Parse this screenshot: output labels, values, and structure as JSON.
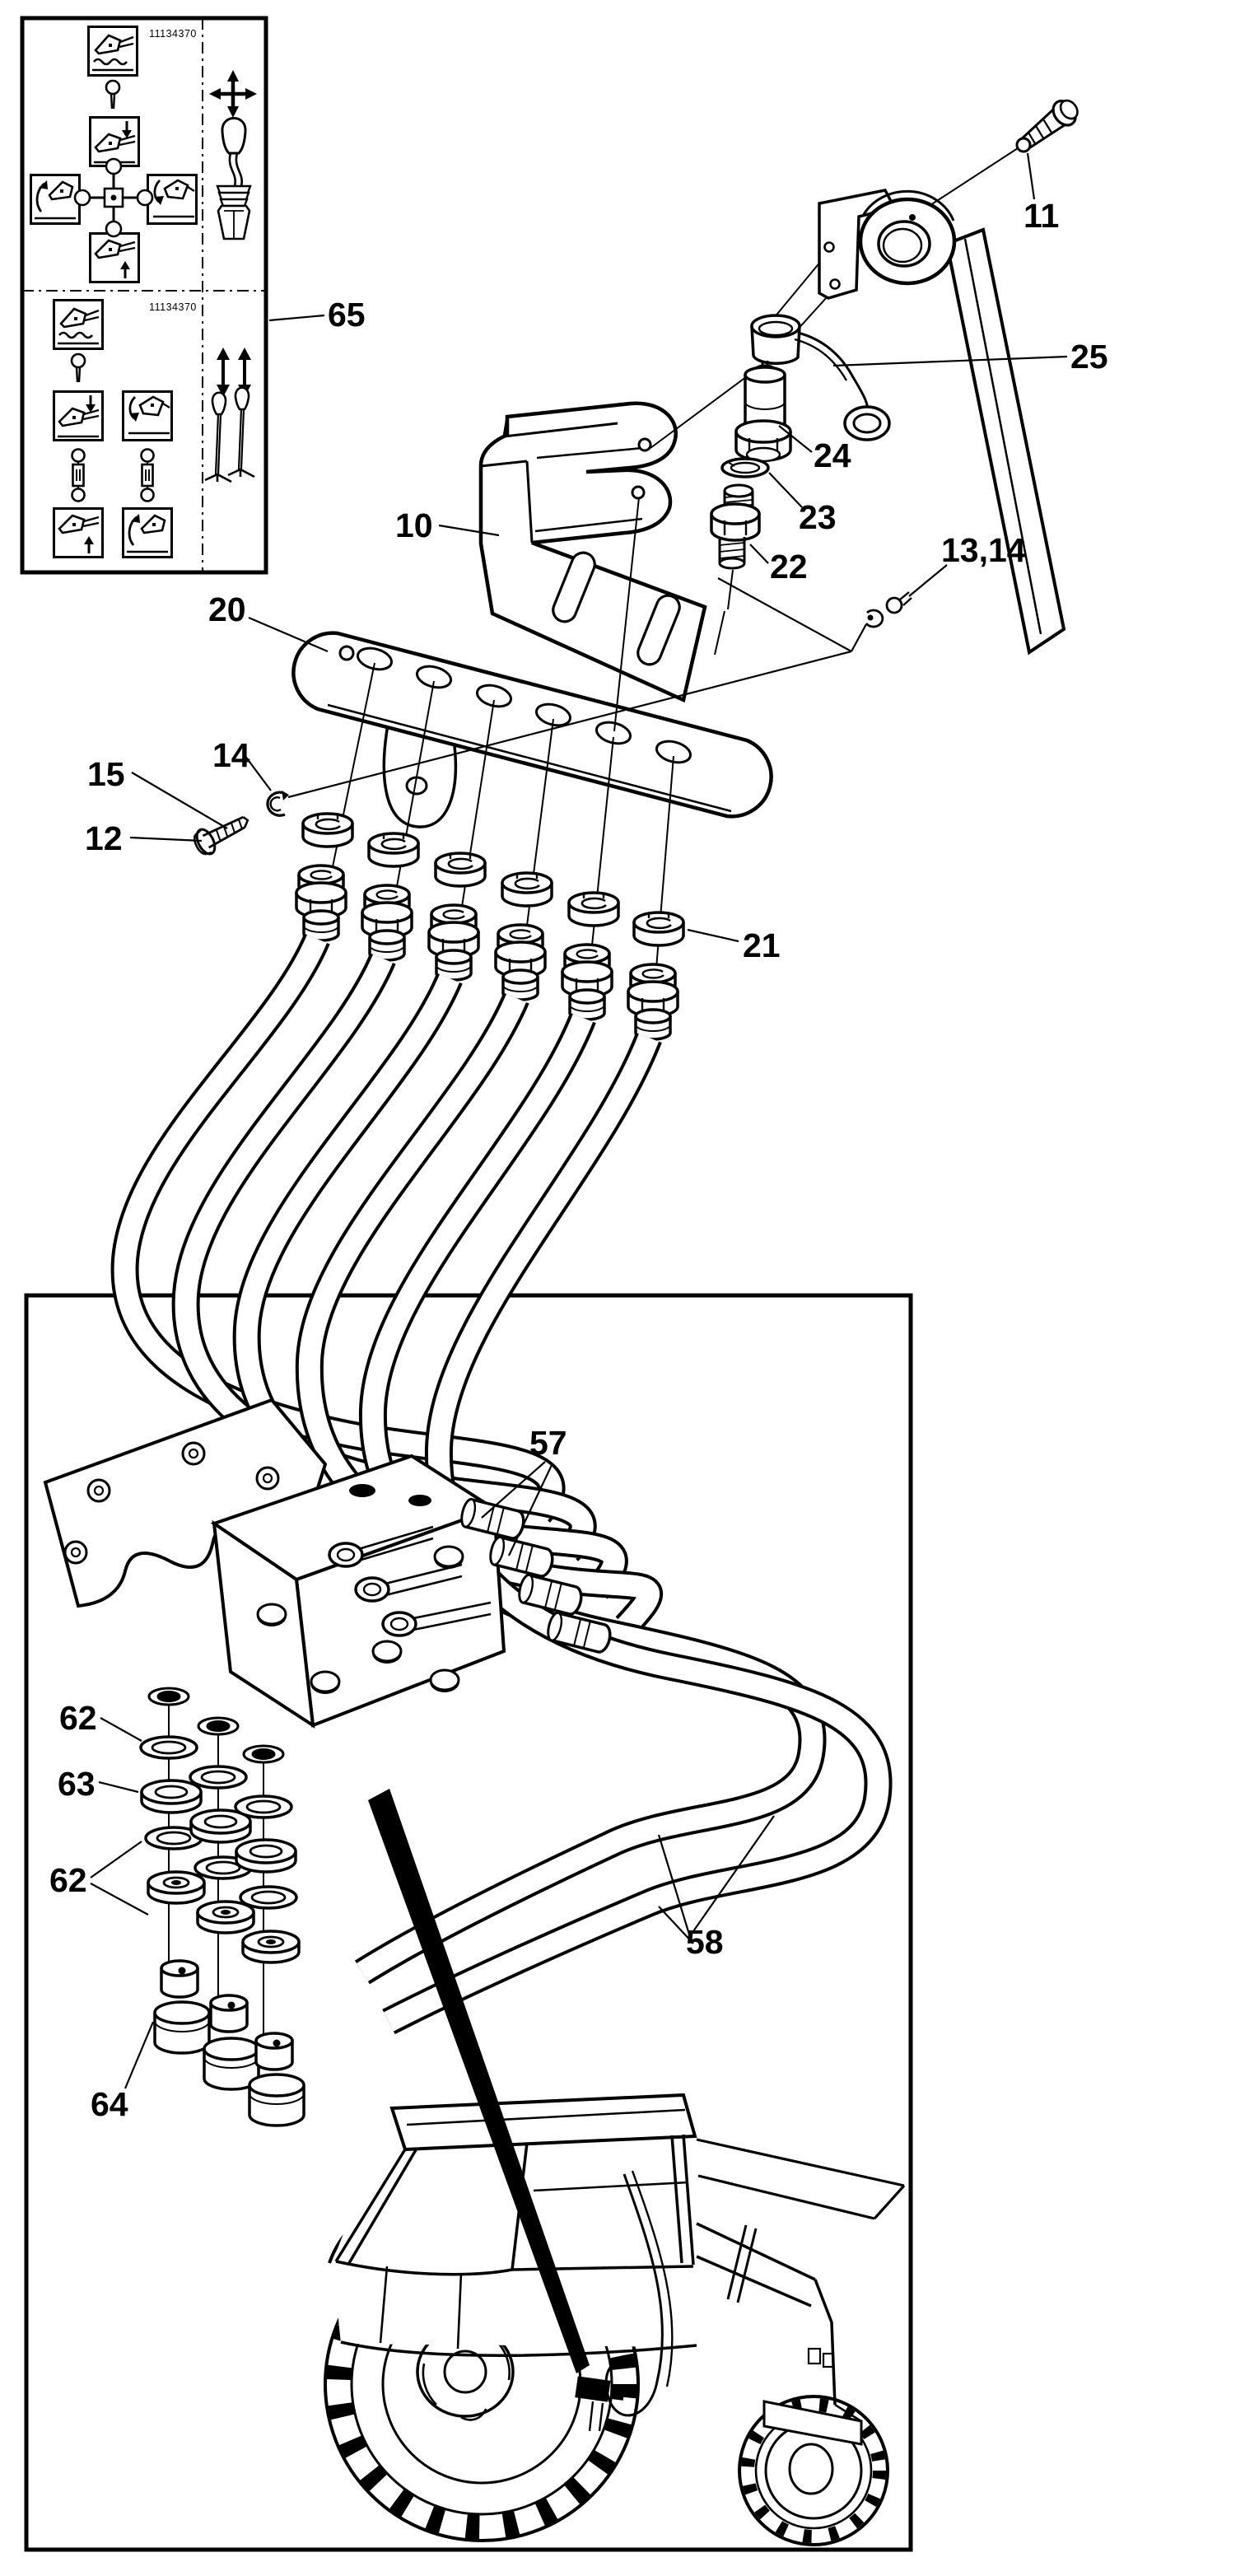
{
  "figure": {
    "kind": "exploded-parts-diagram",
    "paper_color": "#ffffff",
    "ink_color": "#000000",
    "legend": {
      "decal_number_top": "11134370",
      "decal_number_bottom": "11134370",
      "pictogram_icons": [
        "bucket-float-icon",
        "bucket-lower-icon",
        "joystick-cross-icon",
        "bucket-rollback-icon",
        "bucket-dump-icon",
        "bucket-raise-icon",
        "four-way-arrow-icon",
        "joystick-icon",
        "link-icon",
        "chain-link-icon",
        "double-arrow-icon",
        "lever-icon"
      ]
    },
    "callouts": {
      "c65": "65",
      "c11": "11",
      "c25": "25",
      "c24": "24",
      "c23": "23",
      "c22": "22",
      "c13_14": "13,14",
      "c10": "10",
      "c20": "20",
      "c14": "14",
      "c15": "15",
      "c12": "12",
      "c21": "21",
      "c57": "57",
      "c62a": "62",
      "c63": "63",
      "c62b": "62",
      "c58": "58",
      "c64": "64"
    }
  }
}
